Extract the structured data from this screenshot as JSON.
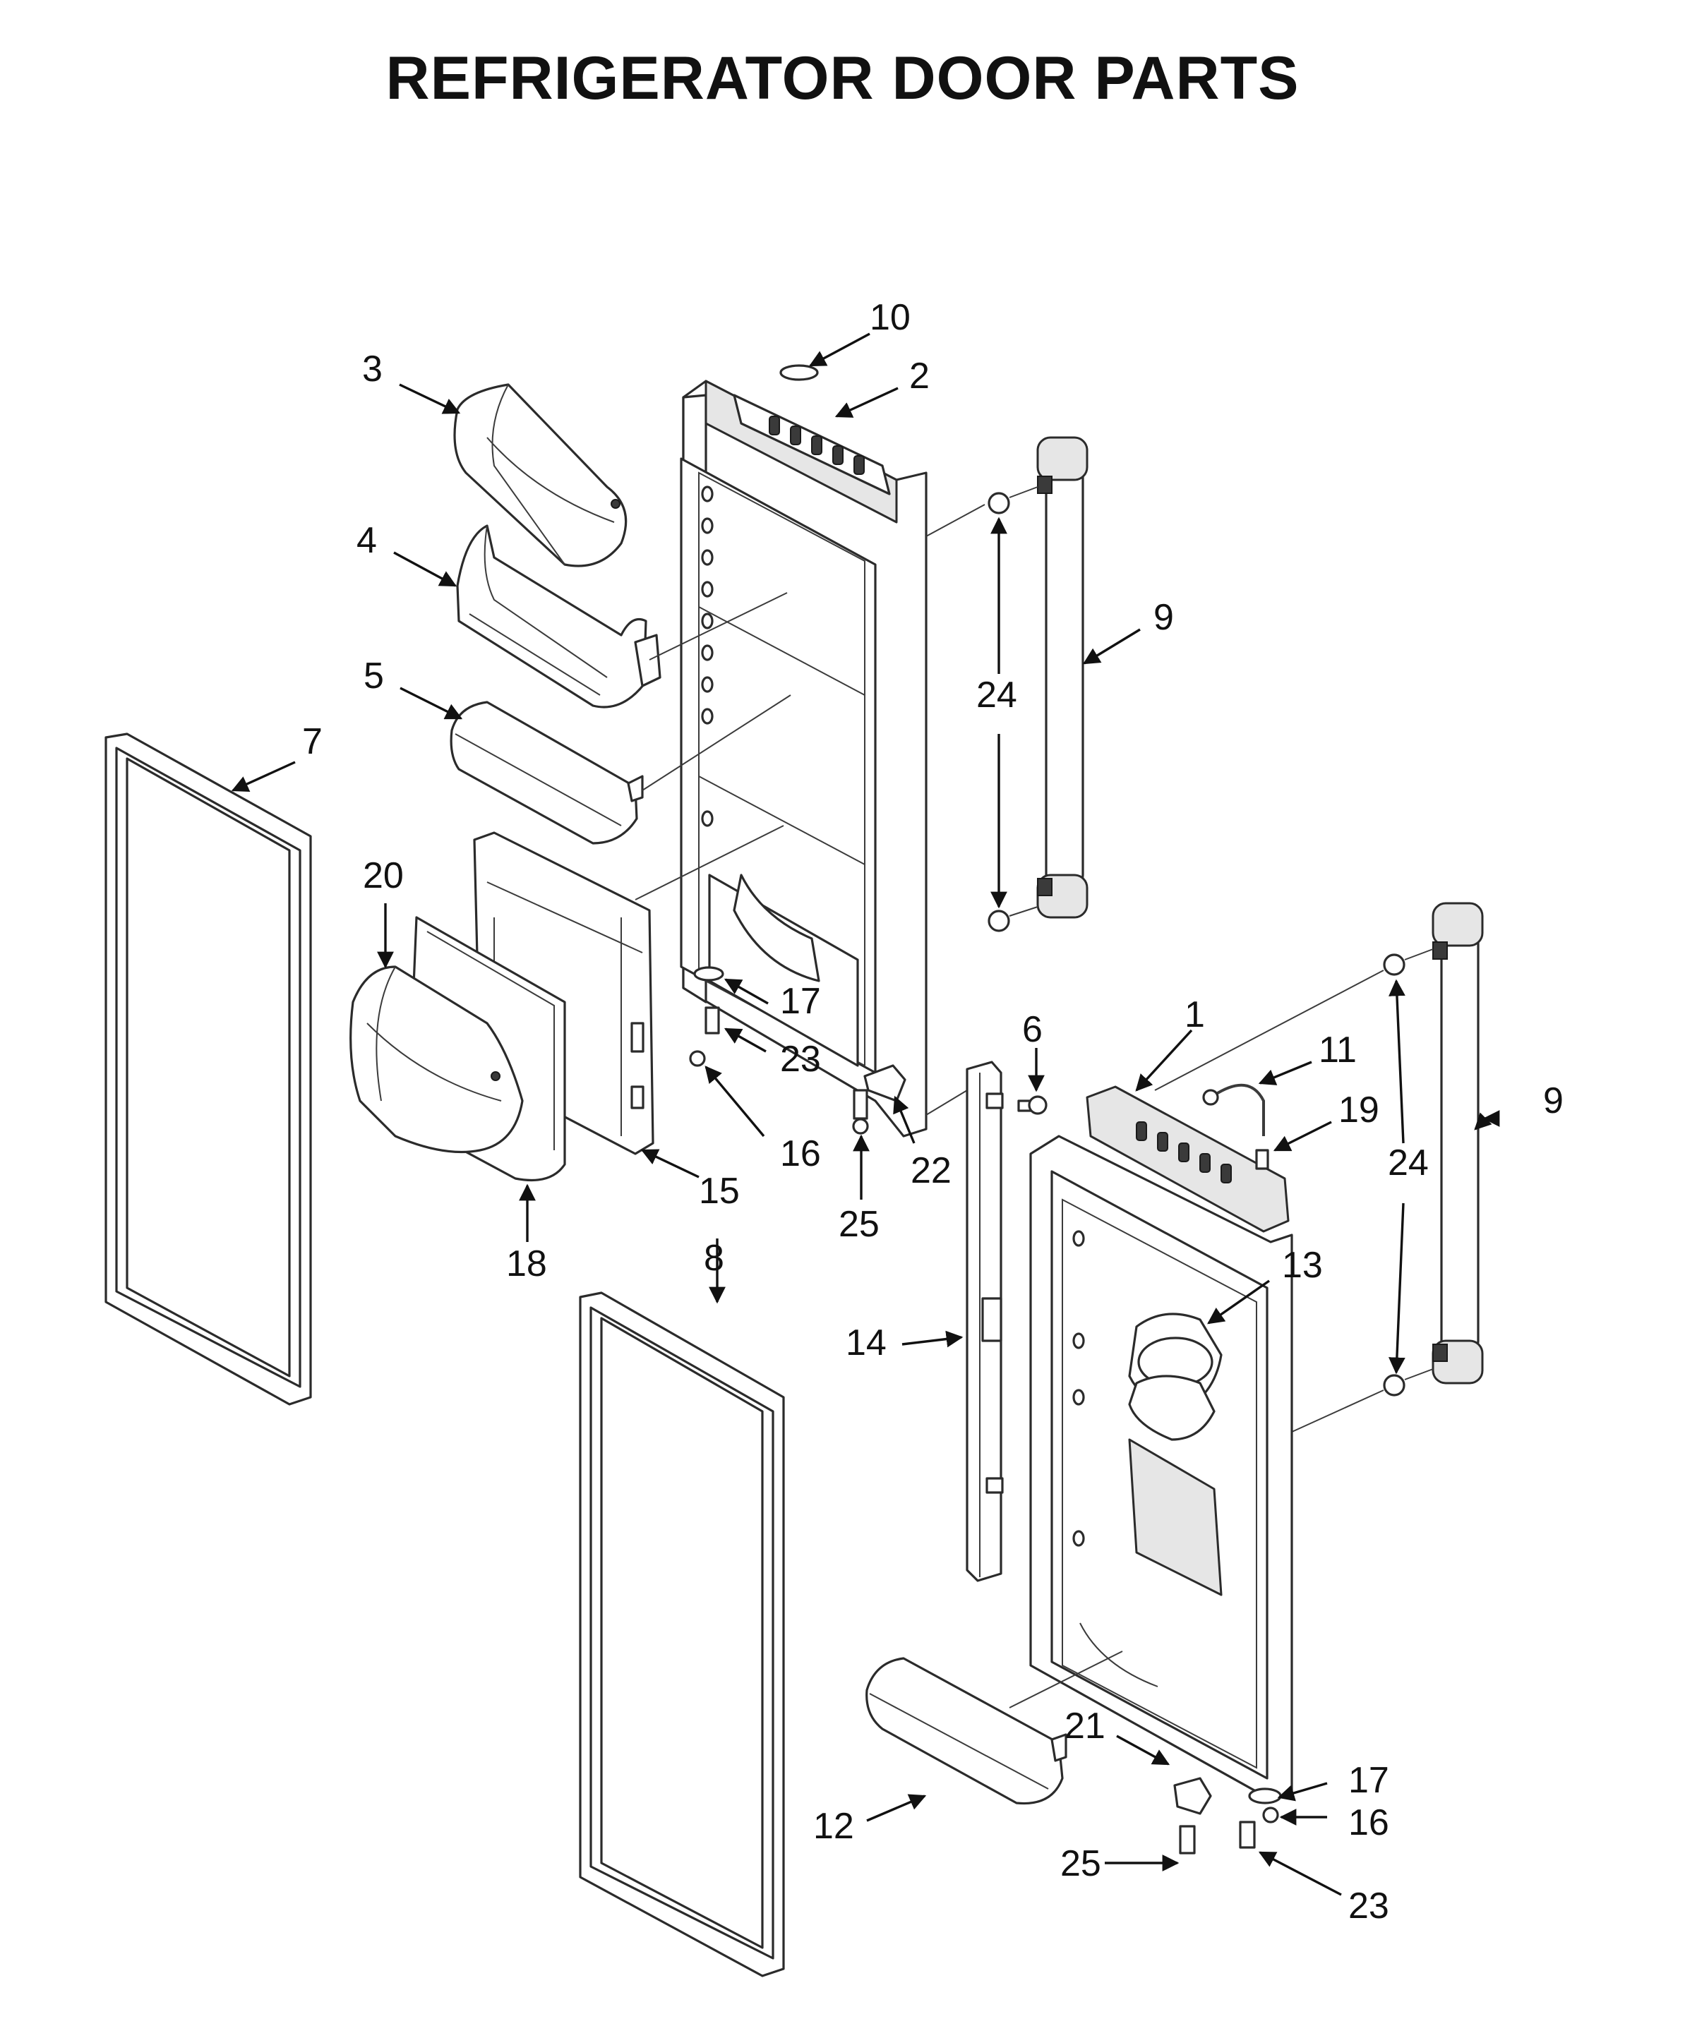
{
  "title": "REFRIGERATOR DOOR PARTS",
  "callouts": [
    "10",
    "2",
    "3",
    "4",
    "9",
    "24",
    "5",
    "7",
    "20",
    "6",
    "1",
    "11",
    "17",
    "19",
    "23",
    "9",
    "24",
    "16",
    "22",
    "15",
    "25",
    "18",
    "8",
    "13",
    "14",
    "21",
    "17",
    "16",
    "12",
    "25",
    "23"
  ]
}
